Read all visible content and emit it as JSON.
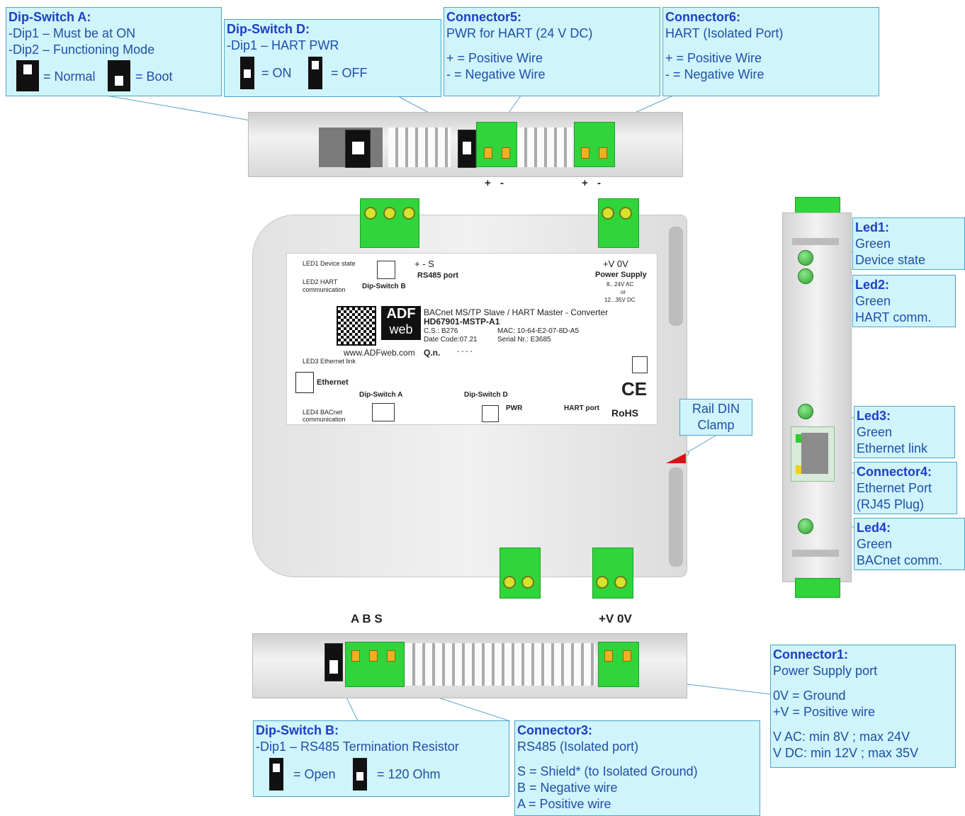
{
  "dipA": {
    "title": "Dip-Switch A:",
    "l1": "-Dip1 – Must be at ON",
    "l2": "-Dip2 – Functioning Mode",
    "normal": "= Normal",
    "boot": "= Boot"
  },
  "dipD": {
    "title": "Dip-Switch D:",
    "l1": "-Dip1 – HART PWR",
    "on": "= ON",
    "off": "= OFF"
  },
  "conn5": {
    "title": "Connector5:",
    "l1": "PWR for HART (24 V DC)",
    "l2": "+ = Positive Wire",
    "l3": "-  = Negative Wire"
  },
  "conn6": {
    "title": "Connector6:",
    "l1": "HART (Isolated Port)",
    "l2": "+ = Positive Wire",
    "l3": "-  = Negative Wire"
  },
  "led1": {
    "title": "Led1:",
    "l1": "Green",
    "l2": "Device state"
  },
  "led2": {
    "title": "Led2:",
    "l1": "Green",
    "l2": "HART comm."
  },
  "led3": {
    "title": "Led3:",
    "l1": "Green",
    "l2": "Ethernet link"
  },
  "conn4": {
    "title": "Connector4:",
    "l1": "Ethernet Port",
    "l2": "(RJ45 Plug)"
  },
  "led4": {
    "title": "Led4:",
    "l1": "Green",
    "l2": "BACnet comm."
  },
  "rail": {
    "l1": "Rail DIN",
    "l2": "Clamp"
  },
  "conn1": {
    "title": "Connector1:",
    "l1": "Power Supply port",
    "l2": "0V = Ground",
    "l3": "+V = Positive wire",
    "l4": "V AC: min 8V ; max 24V",
    "l5": "V DC: min 12V ; max 35V"
  },
  "conn3": {
    "title": "Connector3:",
    "l1": "RS485 (Isolated port)",
    "l2": "S = Shield* (to Isolated Ground)",
    "l3": "B = Negative wire",
    "l4": "A = Positive wire"
  },
  "dipB": {
    "title": "Dip-Switch B:",
    "l1": "-Dip1 – RS485 Termination Resistor",
    "open": "= Open",
    "ohm": "= 120 Ohm"
  },
  "topRail": {
    "plus1": "+",
    "minus1": "-",
    "plus2": "+",
    "minus2": "-"
  },
  "bottomRail": {
    "abs": "A  B  S",
    "v": "+V 0V"
  },
  "panel": {
    "led1": "LED1 Device state",
    "led2a": "LED2 HART",
    "led2b": "communication",
    "dipB": "Dip-Switch B",
    "rs485sig": "+    -    S",
    "rs485": "RS485 port",
    "pwrsig": "+V   0V",
    "pwr": "Power Supply",
    "pwr1": "8...24V AC",
    "pwr2": "or",
    "pwr3": "12...35V DC",
    "desc": "BACnet MS/TP Slave / HART Master - Converter",
    "model": "HD67901-MSTP-A1",
    "cs": "C.S.: B276",
    "date": "Date Code:07.21",
    "mac": "MAC: 10-64-E2-07-8D-A5",
    "serial": "Serial Nr.: E3685",
    "url": "www.ADFweb.com",
    "qn": "Q.n.",
    "dash": "- - - -",
    "led3": "LED3 Ethernet link",
    "eth": "Ethernet",
    "dipA": "Dip-Switch A",
    "dipD": "Dip-Switch D",
    "pwrlbl": "PWR",
    "hart": "HART port",
    "led4a": "LED4 BACnet",
    "led4b": "communication",
    "logo1": "ADF",
    "logo2": "web",
    "ce": "CE",
    "rohs": "RoHS"
  }
}
